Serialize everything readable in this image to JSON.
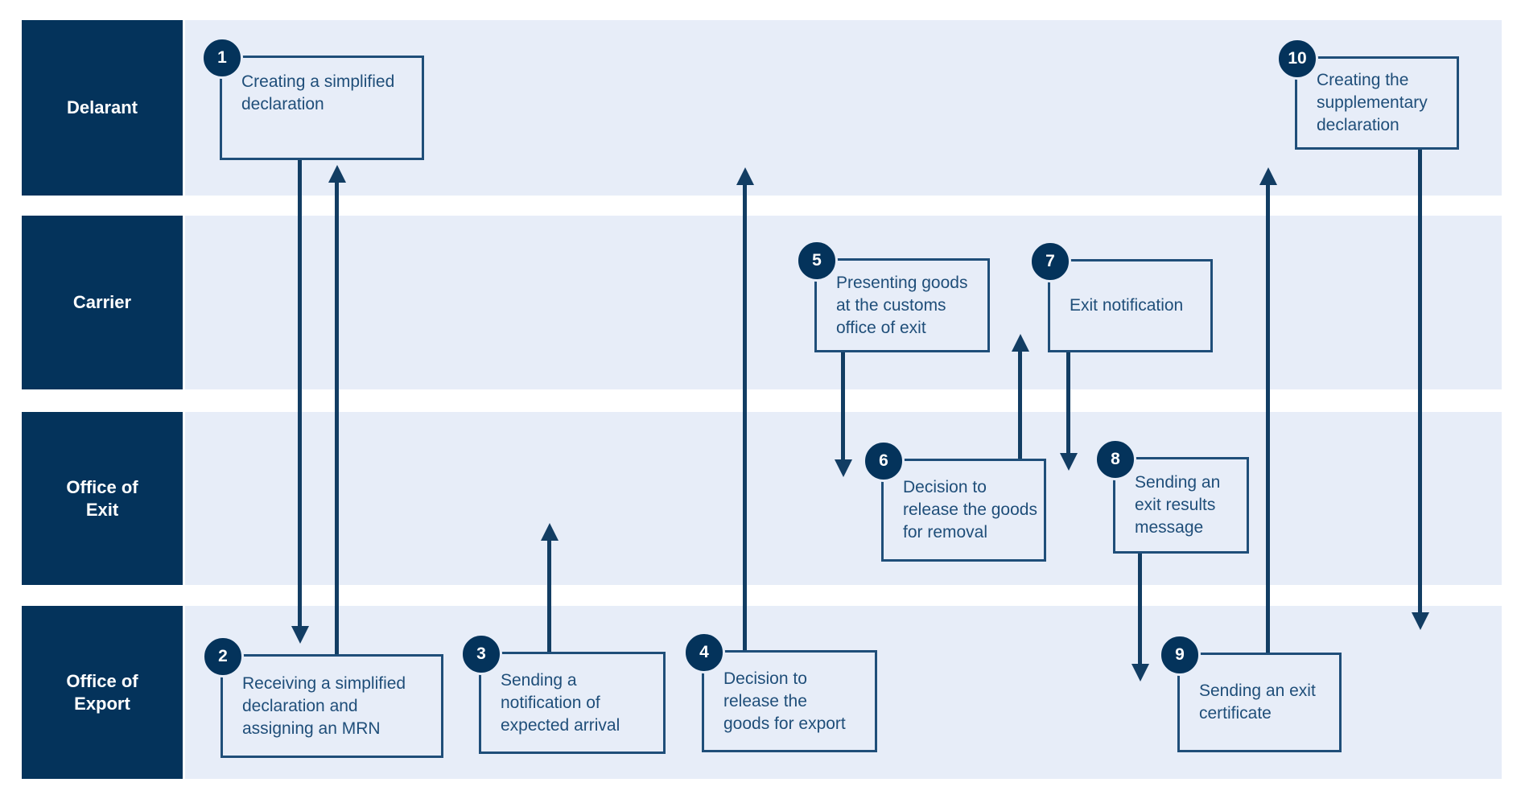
{
  "diagram": {
    "type": "swimlane-process",
    "colors": {
      "lane_header_fill": "#04335b",
      "lane_band_fill": "#e7edf8",
      "box_border": "#1f4e79",
      "box_fill": "#e7edf8",
      "box_text": "#1f4e79",
      "arrow": "#123d63",
      "lane_label_text": "#ffffff",
      "badge_fill": "#04335b",
      "badge_text": "#ffffff",
      "page_background": "#ffffff"
    }
  },
  "lanes": [
    {
      "label": "Delarant"
    },
    {
      "label": "Carrier"
    },
    {
      "label": "Office of\nExit"
    },
    {
      "label": "Office of\nExport"
    }
  ],
  "steps": [
    {
      "number": "1",
      "label": "Creating a simplified\ndeclaration",
      "lane": "Delarant"
    },
    {
      "number": "2",
      "label": "Receiving a simplified\ndeclaration and\nassigning an MRN",
      "lane": "Office of Export"
    },
    {
      "number": "3",
      "label": "Sending a\nnotification of\nexpected arrival",
      "lane": "Office of Export"
    },
    {
      "number": "4",
      "label": "Decision to\nrelease the\ngoods for export",
      "lane": "Office of Export"
    },
    {
      "number": "5",
      "label": "Presenting goods\nat the customs\noffice of exit",
      "lane": "Carrier"
    },
    {
      "number": "6",
      "label": "Decision to\nrelease the goods\nfor removal",
      "lane": "Office of Exit"
    },
    {
      "number": "7",
      "label": "Exit notification",
      "lane": "Carrier"
    },
    {
      "number": "8",
      "label": "Sending an\nexit results\nmessage",
      "lane": "Office of Exit"
    },
    {
      "number": "9",
      "label": "Sending an exit\ncertificate",
      "lane": "Office of Export"
    },
    {
      "number": "10",
      "label": "Creating the\nsupplementary\ndeclaration",
      "lane": "Delarant"
    }
  ]
}
